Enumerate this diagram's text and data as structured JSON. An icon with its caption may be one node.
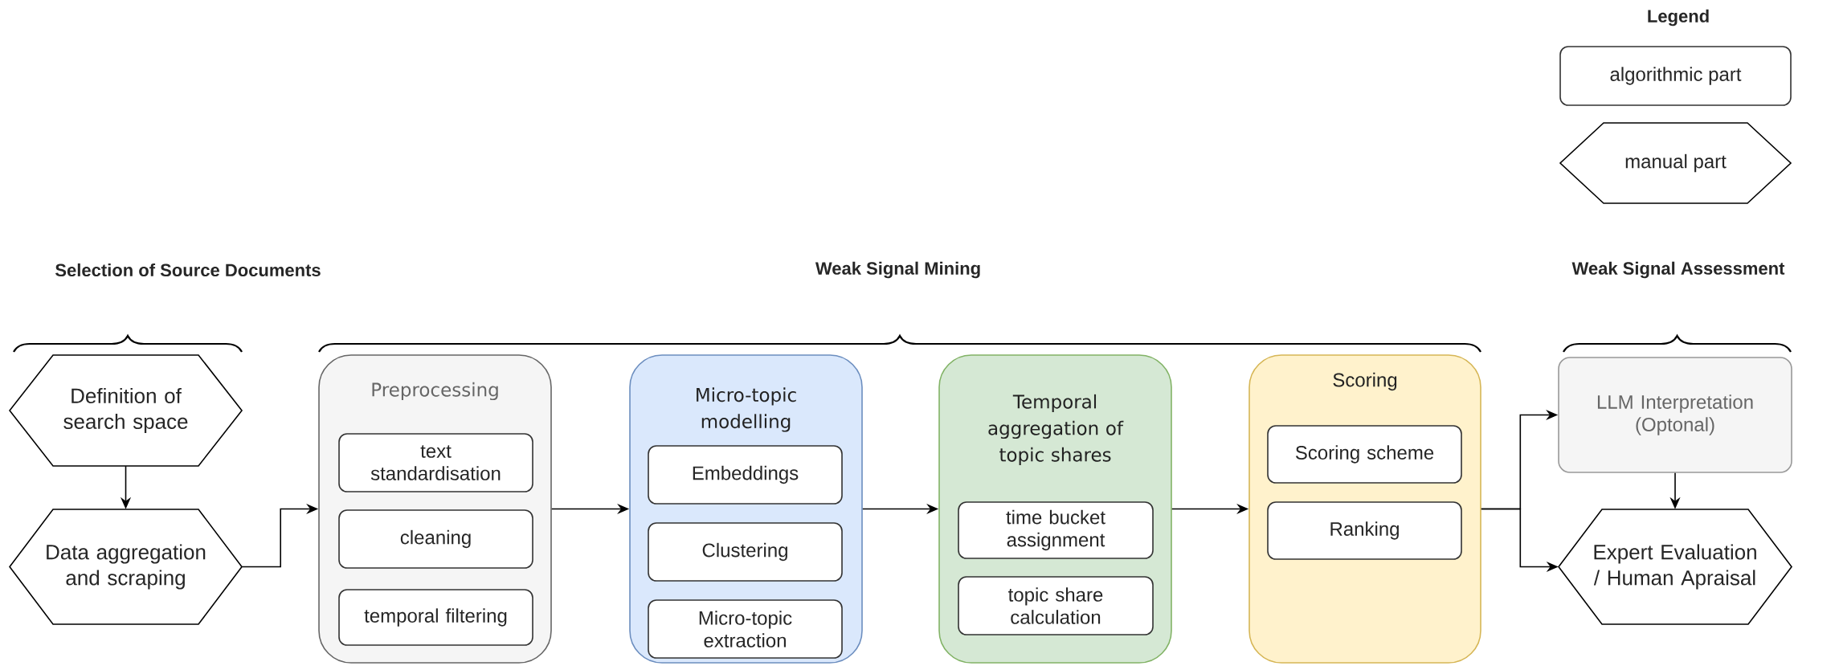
{
  "diagram": {
    "nodes": [
      {
        "text": [
          "Definition of search space"
        ]
      },
      {
        "text": [
          "Data aggregation and scraping"
        ]
      },
      {
        "text": [
          "Preprocessing"
        ]
      },
      {
        "text": [
          "text standardisation"
        ],
        "in": 2
      },
      {
        "text": [
          "cleaning"
        ],
        "in": 2
      },
      {
        "text": [
          "temporal filtering"
        ],
        "in": 2
      },
      {
        "text": [
          "Micro-topic modelling"
        ]
      },
      {
        "text": [
          "Embeddings"
        ],
        "in": 6
      },
      {
        "text": [
          "Clustering"
        ],
        "in": 6
      },
      {
        "text": [
          "Micro-topic extraction"
        ],
        "in": 6
      },
      {
        "text": [
          "Temporal aggregation of topic shares"
        ]
      },
      {
        "text": [
          "time bucket assignment"
        ],
        "in": 10
      },
      {
        "text": [
          "topic share calculation"
        ],
        "in": 10
      },
      {
        "text": [
          "Scoring"
        ]
      },
      {
        "text": [
          "Scoring scheme"
        ],
        "in": 13
      },
      {
        "text": [
          "Ranking"
        ],
        "in": 13
      },
      {
        "text": [
          "LLM Interpretation (Optonal)"
        ]
      },
      {
        "text": [
          "Expert Evaluation / Human Apraisal"
        ]
      }
    ],
    "edges": [
      {
        "from": 0,
        "to": 1,
        "arrow": "to"
      },
      {
        "from": 1,
        "to": 2,
        "arrow": "to"
      },
      {
        "from": 2,
        "to": 6,
        "arrow": "to"
      },
      {
        "from": 6,
        "to": 10,
        "arrow": "to"
      },
      {
        "from": 10,
        "to": 13,
        "arrow": "to"
      },
      {
        "from": 13,
        "to": 16,
        "arrow": "to"
      },
      {
        "from": 13,
        "to": 17,
        "arrow": "to"
      },
      {
        "from": 16,
        "to": 17,
        "arrow": "to"
      }
    ],
    "labels": [
      "Legend",
      "Selection of Source Documents",
      "Weak Signal Mining",
      "Weak Signal Assessment"
    ],
    "legend": [
      {
        "text": "algorithmic part"
      },
      {
        "text": "manual part"
      }
    ]
  }
}
